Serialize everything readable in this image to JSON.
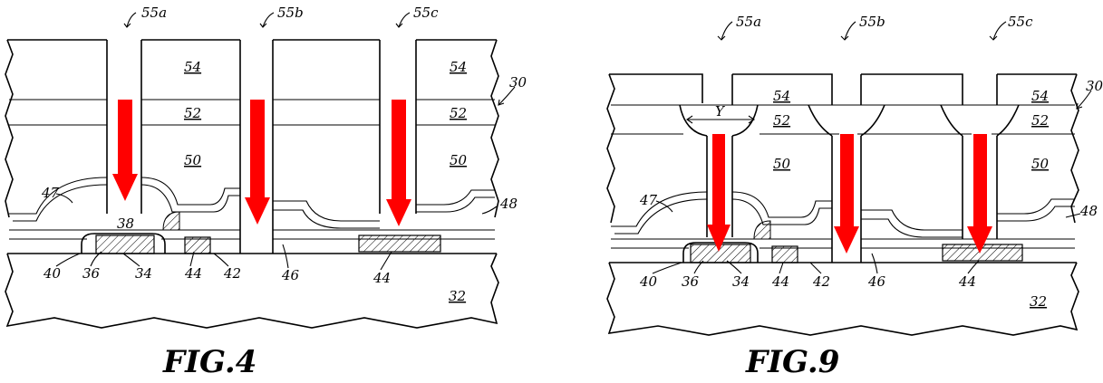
{
  "figures": [
    {
      "caption": "FIG.4",
      "labels": {
        "l55a": "55a",
        "l55b": "55b",
        "l55c": "55c",
        "l54a": "54",
        "l54b": "54",
        "l52a": "52",
        "l52b": "52",
        "l50a": "50",
        "l50b": "50",
        "l30": "30",
        "l47": "47",
        "l48": "48",
        "l38": "38",
        "l40": "40",
        "l36": "36",
        "l34": "34",
        "l44a": "44",
        "l42": "42",
        "l46": "46",
        "l44b": "44",
        "l32": "32"
      }
    },
    {
      "caption": "FIG.9",
      "labels": {
        "l55a": "55a",
        "l55b": "55b",
        "l55c": "55c",
        "l54a": "54",
        "l54b": "54",
        "l52a": "52",
        "l52b": "52",
        "l50a": "50",
        "l50b": "50",
        "l30": "30",
        "l47": "47",
        "l48": "48",
        "lY": "Y",
        "l40": "40",
        "l36": "36",
        "l34": "34",
        "l44a": "44",
        "l42": "42",
        "l46": "46",
        "l44b": "44",
        "l32": "32"
      }
    }
  ],
  "colors": {
    "arrow": "#ff0000",
    "line": "#000000"
  },
  "icons": {
    "arrow": "red-down-arrow-icon"
  }
}
